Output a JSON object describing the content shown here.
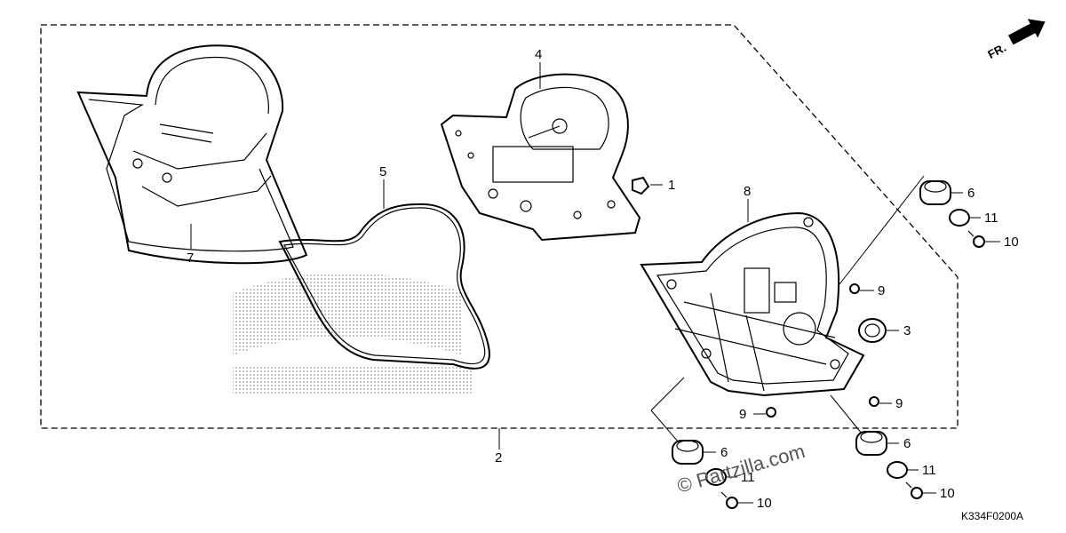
{
  "callouts": {
    "c1": "1",
    "c2": "2",
    "c3": "3",
    "c4": "4",
    "c5": "5",
    "c6a": "6",
    "c6b": "6",
    "c6c": "6",
    "c7": "7",
    "c8": "8",
    "c9a": "9",
    "c9b": "9",
    "c9c": "9",
    "c10a": "10",
    "c10b": "10",
    "c10c": "10",
    "c11a": "11",
    "c11b": "11",
    "c11c": "11"
  },
  "direction_label": "FR.",
  "diagram_code": "K334F0200A",
  "watermark": "© Partzilla.com",
  "colors": {
    "line": "#000000",
    "background": "#ffffff",
    "honda_dots": "#9a9a9a"
  }
}
